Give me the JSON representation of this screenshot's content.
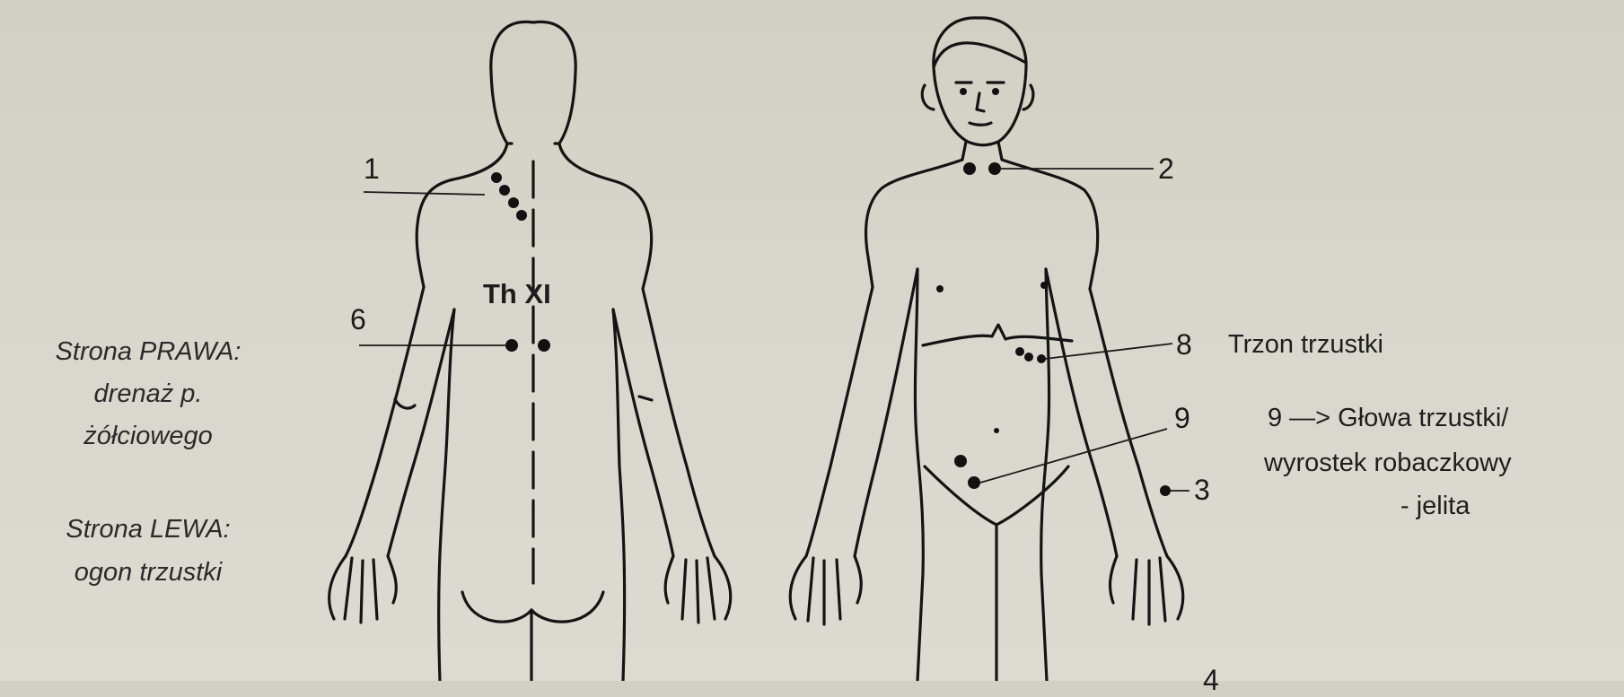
{
  "left_notes": {
    "right_side_title": "Strona PRAWA:",
    "right_side_line2": "drenaż p.",
    "right_side_line3": "żółciowego",
    "left_side_title": "Strona LEWA:",
    "left_side_line2": "ogon trzustki"
  },
  "back_figure": {
    "point_1": "1",
    "point_6": "6",
    "spine_label": "Th XI"
  },
  "front_figure": {
    "point_2": "2",
    "point_8": "8",
    "point_8_desc": "Trzon trzustki",
    "point_9": "9",
    "point_3": "3",
    "point_4_partial": "4"
  },
  "right_notes": {
    "line1": "9 —> Głowa trzustki/",
    "line2": "wyrostek robaczkowy",
    "line3": "- jelita"
  }
}
